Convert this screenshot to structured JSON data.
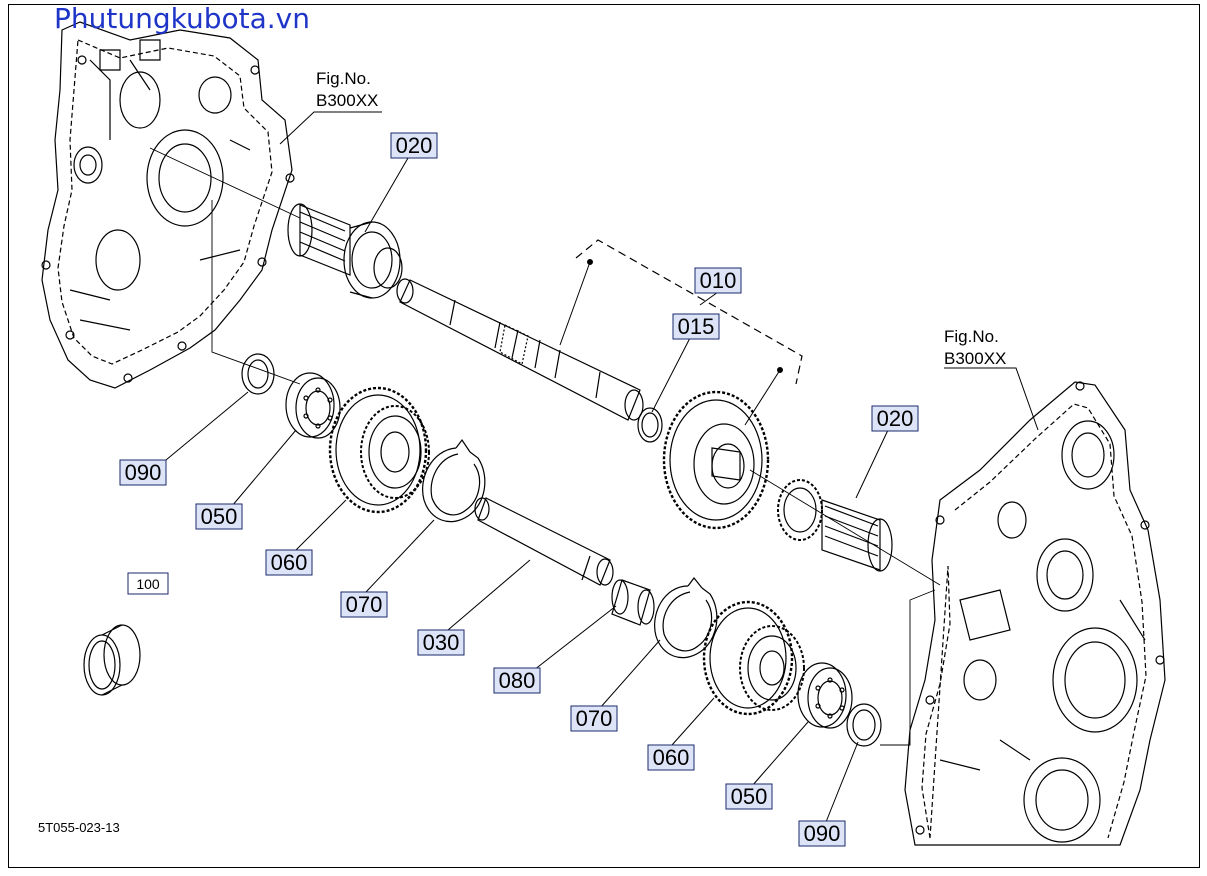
{
  "watermark": "Phutungkubota.vn",
  "document_number": "5T055-023-13",
  "fig_refs": [
    {
      "id": "fig-left",
      "line1": "Fig.No.",
      "line2": "B300XX"
    },
    {
      "id": "fig-right",
      "line1": "Fig.No.",
      "line2": "B300XX"
    }
  ],
  "part_labels": [
    {
      "code": "020"
    },
    {
      "code": "010"
    },
    {
      "code": "015"
    },
    {
      "code": "020"
    },
    {
      "code": "090"
    },
    {
      "code": "050"
    },
    {
      "code": "060"
    },
    {
      "code": "070"
    },
    {
      "code": "030"
    },
    {
      "code": "080"
    },
    {
      "code": "070"
    },
    {
      "code": "060"
    },
    {
      "code": "050"
    },
    {
      "code": "090"
    },
    {
      "code": "100"
    }
  ],
  "colors": {
    "watermark": "#1e35c8",
    "label_fill": "#dde4f7",
    "label_border": "#1a2a6e",
    "line": "#000000"
  }
}
